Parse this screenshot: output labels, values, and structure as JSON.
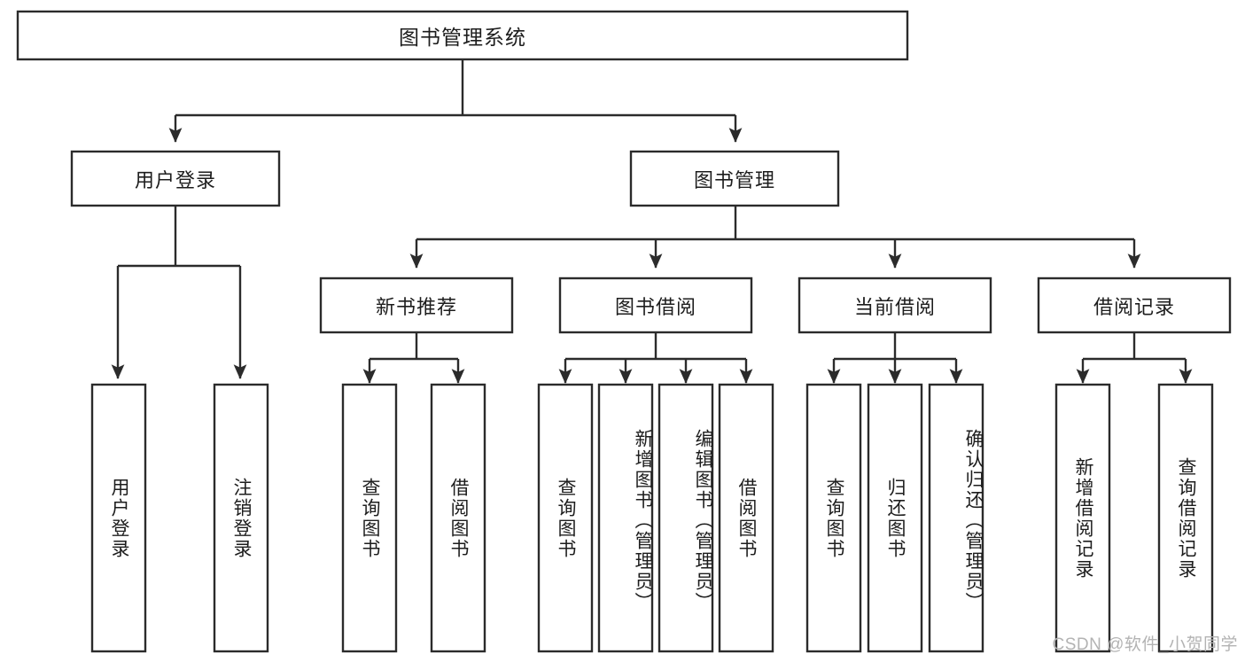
{
  "diagram": {
    "title": "图书管理系统",
    "type": "tree-hierarchy-diagram",
    "colors": {
      "box_border": "#2b2b2b",
      "box_fill": "#ffffff",
      "text": "#1d1d1d",
      "background": "#ffffff",
      "watermark": "#b3b3b3"
    },
    "root": {
      "label": "图书管理系统"
    },
    "level2": [
      {
        "label": "用户登录"
      },
      {
        "label": "图书管理"
      }
    ],
    "level3": [
      {
        "label": "新书推荐"
      },
      {
        "label": "图书借阅"
      },
      {
        "label": "当前借阅"
      },
      {
        "label": "借阅记录"
      }
    ],
    "leaves": {
      "user_login": [
        {
          "label": "用户登录"
        },
        {
          "label": "注销登录"
        }
      ],
      "new_book_recommend": [
        {
          "label": "查询图书"
        },
        {
          "label": "借阅图书"
        }
      ],
      "book_borrow": [
        {
          "label": "查询图书"
        },
        {
          "label": "新增图书（管理员）"
        },
        {
          "label": "编辑图书（管理员）"
        },
        {
          "label": "借阅图书"
        }
      ],
      "current_borrow": [
        {
          "label": "查询图书"
        },
        {
          "label": "归还图书"
        },
        {
          "label": "确认归还（管理员）"
        }
      ],
      "borrow_record": [
        {
          "label": "新增借阅记录"
        },
        {
          "label": "查询借阅记录"
        }
      ]
    }
  },
  "watermark": {
    "text": "CSDN @软件_小贺同学"
  }
}
